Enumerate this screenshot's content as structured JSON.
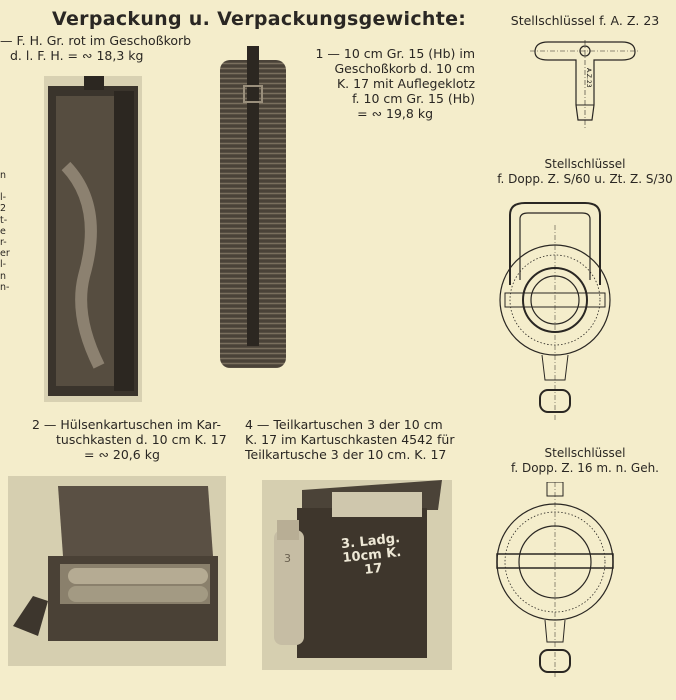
{
  "title": "Verpackung u. Verpackungsgewichte:",
  "captions": {
    "item0": [
      "— F. H. Gr. rot im Geschoßkorb",
      "d. l. F. H. = ∾ 18,3 kg"
    ],
    "item1": [
      "1 — 10 cm Gr. 15 (Hb) im",
      "Geschoßkorb d. 10 cm",
      "K. 17 mit Auflegeklotz",
      "f. 10 cm Gr. 15 (Hb)",
      "= ∾ 19,8 kg"
    ],
    "item2": [
      "2 — Hülsenkartuschen im Kar-",
      "tuschkasten d. 10 cm K. 17",
      "= ∾ 20,6 kg"
    ],
    "item4": [
      "4 — Teilkartuschen 3 der 10 cm",
      "K. 17 im Kartuschkasten 4542 für",
      "Teilkartusche 3 der 10 cm. K. 17"
    ]
  },
  "margin_fragments": [
    "n",
    "",
    "l-",
    "2",
    "t-",
    "e",
    "r-",
    "er",
    "l-",
    "n",
    "n-"
  ],
  "keys": {
    "key1": {
      "label": "Stellschlüssel f. A. Z. 23",
      "engraving": "A.Z.23"
    },
    "key2": {
      "label": [
        "Stellschlüssel",
        "f. Dopp. Z. S/60 u. Zt. Z. S/30"
      ]
    },
    "key3": {
      "label": [
        "Stellschlüssel",
        "f. Dopp. Z. 16 m. n. Geh."
      ]
    }
  },
  "photo_text": {
    "box_line1": "3. Ladg.",
    "box_line2": "10cm K. 17",
    "cartridge_number": "3"
  }
}
